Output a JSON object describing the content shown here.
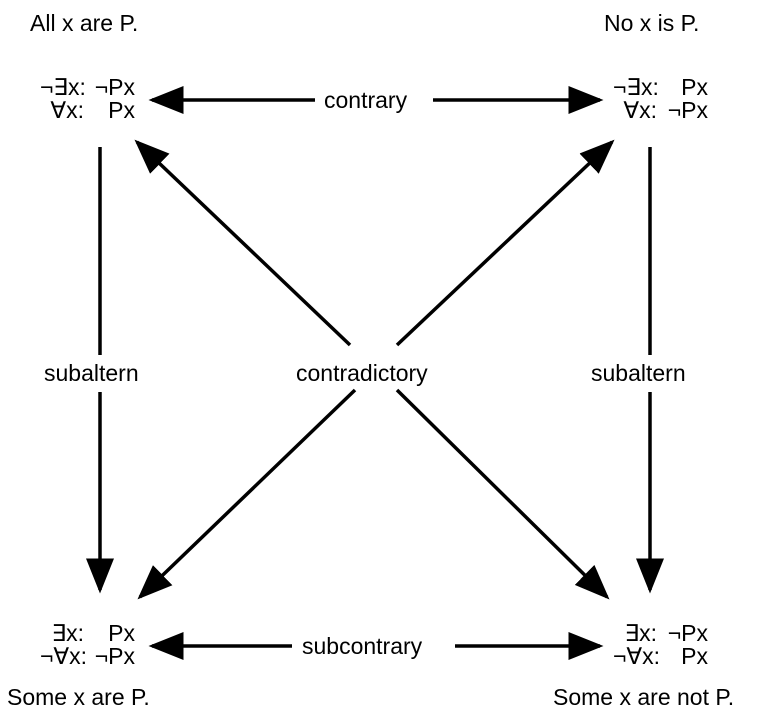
{
  "corners": {
    "A": {
      "caption": "All x are P.",
      "line1_q": "¬∃x:",
      "line1_p": "¬Px",
      "line2_q": "∀x:",
      "line2_p": "Px"
    },
    "E": {
      "caption": "No x is P.",
      "line1_q": "¬∃x:",
      "line1_p": "Px",
      "line2_q": "∀x:",
      "line2_p": "¬Px"
    },
    "I": {
      "caption": "Some x are P.",
      "line1_q": "∃x:",
      "line1_p": "Px",
      "line2_q": "¬∀x:",
      "line2_p": "¬Px"
    },
    "O": {
      "caption": "Some x are not P.",
      "line1_q": "∃x:",
      "line1_p": "¬Px",
      "line2_q": "¬∀x:",
      "line2_p": "Px"
    }
  },
  "relations": {
    "top": "contrary",
    "bottom": "subcontrary",
    "left": "subaltern",
    "right": "subaltern",
    "center": "contradictory"
  }
}
